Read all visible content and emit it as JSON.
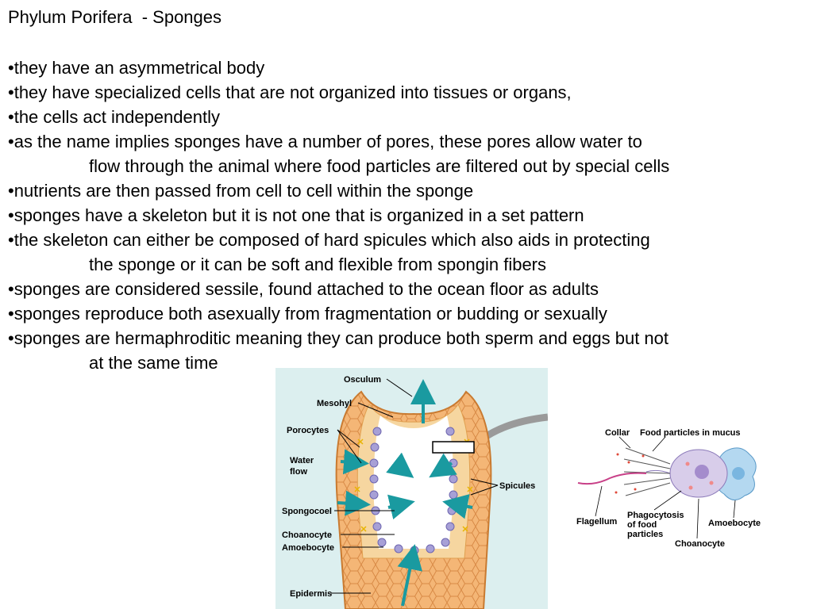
{
  "slide": {
    "title": "Phylum Porifera  - Sponges",
    "bullets": [
      {
        "text": "•they have an asymmetrical body",
        "cont": ""
      },
      {
        "text": "•they have specialized cells that are not organized into tissues or organs,",
        "cont": ""
      },
      {
        "text": "•the cells act independently",
        "cont": ""
      },
      {
        "text": "•as the name implies sponges have a number of pores, these pores allow water to",
        "cont": "flow through the animal where food particles are filtered out by special cells"
      },
      {
        "text": "•nutrients are then passed from cell to cell within the sponge",
        "cont": ""
      },
      {
        "text": "•sponges have a skeleton but it is not one that is organized in a set pattern",
        "cont": ""
      },
      {
        "text": "•the skeleton can either be composed of hard spicules which also aids in protecting",
        "cont": "the sponge or it can be soft and flexible from spongin fibers"
      },
      {
        "text": "•sponges are considered sessile, found attached to the ocean floor as adults",
        "cont": ""
      },
      {
        "text": "•sponges reproduce both asexually from fragmentation or budding or sexually",
        "cont": ""
      },
      {
        "text": "•sponges are hermaphroditic meaning they can produce both sperm and eggs but not",
        "cont": "at the same time"
      }
    ]
  },
  "figure_left": {
    "labels": {
      "osculum": "Osculum",
      "mesohyl": "Mesohyl",
      "porocytes": "Porocytes",
      "water_flow_1": "Water",
      "water_flow_2": "flow",
      "spongocoel": "Spongocoel",
      "choanocyte": "Choanocyte",
      "amoebocyte": "Amoebocyte",
      "epidermis": "Epidermis",
      "spicules": "Spicules"
    }
  },
  "figure_right": {
    "labels": {
      "collar": "Collar",
      "food_particles": "Food particles in mucus",
      "flagellum": "Flagellum",
      "phago_1": "Phagocytosis",
      "phago_2": "of food",
      "phago_3": "particles",
      "amoebocyte": "Amoebocyte",
      "choanocyte": "Choanocyte"
    }
  },
  "colors": {
    "water_arrow": "#1a9aa0",
    "body_orange": "#f2a25a",
    "cell_purple": "#a7a0d6",
    "amoebocyte_blue": "#b4d8f0"
  }
}
